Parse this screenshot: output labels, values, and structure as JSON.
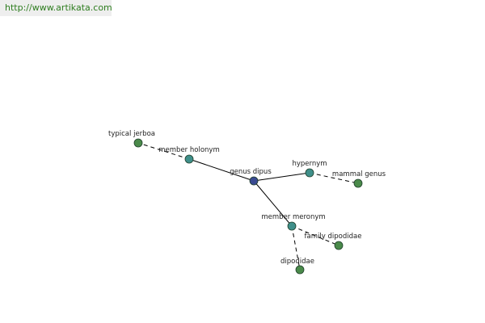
{
  "header": {
    "url": "http://www.artikata.com"
  },
  "colors": {
    "center": "#3a4a92",
    "relation": "#3f8f8a",
    "leaf": "#4a8a4a",
    "edge": "#000000"
  },
  "graph": {
    "nodes": [
      {
        "id": "genus-dipus",
        "label": "genus dipus",
        "kind": "center"
      },
      {
        "id": "member-holonym",
        "label": "member holonym",
        "kind": "relation"
      },
      {
        "id": "hypernym",
        "label": "hypernym",
        "kind": "relation"
      },
      {
        "id": "member-meronym",
        "label": "member meronym",
        "kind": "relation"
      },
      {
        "id": "typical-jerboa",
        "label": "typical jerboa",
        "kind": "leaf"
      },
      {
        "id": "mammal-genus",
        "label": "mammal genus",
        "kind": "leaf"
      },
      {
        "id": "family-dipodidae",
        "label": "family dipodidae",
        "kind": "leaf"
      },
      {
        "id": "dipodidae",
        "label": "dipodidae",
        "kind": "leaf"
      }
    ],
    "edges": [
      {
        "from": "genus-dipus",
        "to": "member-holonym",
        "style": "solid"
      },
      {
        "from": "genus-dipus",
        "to": "hypernym",
        "style": "solid"
      },
      {
        "from": "genus-dipus",
        "to": "member-meronym",
        "style": "solid"
      },
      {
        "from": "member-holonym",
        "to": "typical-jerboa",
        "style": "dashed"
      },
      {
        "from": "hypernym",
        "to": "mammal-genus",
        "style": "dashed"
      },
      {
        "from": "member-meronym",
        "to": "family-dipodidae",
        "style": "dashed"
      },
      {
        "from": "member-meronym",
        "to": "dipodidae",
        "style": "dashed"
      }
    ]
  }
}
